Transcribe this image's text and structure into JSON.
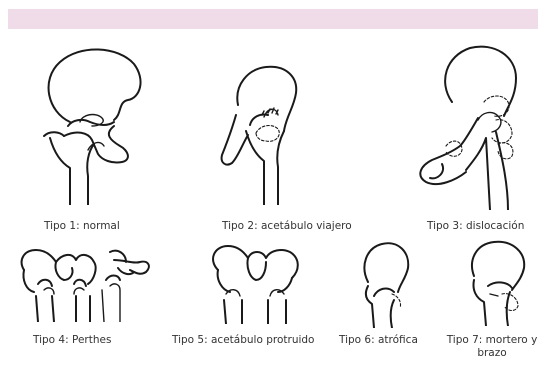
{
  "captions": {
    "tipo1": "Tipo 1: normal",
    "tipo2": "Tipo 2: acetábulo viajero",
    "tipo3": "Tipo 3: dislocación",
    "tipo4": "Tipo 4: Perthes",
    "tipo5": "Tipo 5: acetábulo protruido",
    "tipo6": "Tipo 6: atrófica",
    "tipo7": "Tipo 7: mortero y brazo"
  },
  "colors": {
    "banner": "#f0dbe9",
    "line": "#1a1a1a",
    "text": "#333333"
  }
}
